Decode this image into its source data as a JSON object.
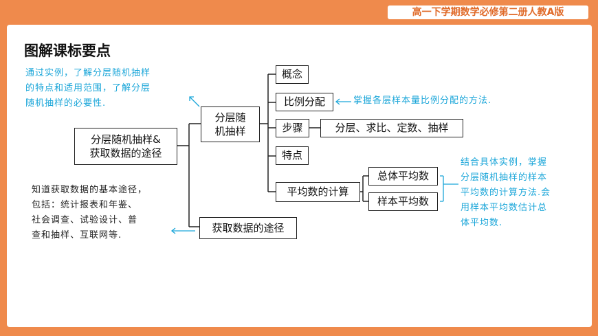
{
  "header": {
    "series_label": "高一下学期数学必修第二册人教A版"
  },
  "page": {
    "title": "图解课标要点"
  },
  "diagram": {
    "root": "分层随机抽样&\n获取数据的途径",
    "node_stratified": "分层随\n机抽样",
    "node_data_ways": "获取数据的途径",
    "concept": "概念",
    "ratio": "比例分配",
    "steps": "步骤",
    "steps_detail": "分层、求比、定数、抽样",
    "features": "特点",
    "mean_calc": "平均数的计算",
    "overall_mean": "总体平均数",
    "sample_mean": "样本平均数"
  },
  "notes": {
    "top_left": "通过实例，了解分层随机抽样\n的特点和适用范围，了解分层\n随机抽样的必要性.",
    "ratio_note": "掌握各层样本量比例分配的方法.",
    "right_note": "结合具体实例，掌握\n分层随机抽样的样本\n平均数的计算方法.会\n用样本平均数估计总\n体平均数.",
    "bottom_left": "知道获取数据的基本途径，\n包括：统计报表和年鉴、\n社会调查、试验设计、普\n查和抽样、互联网等."
  },
  "colors": {
    "accent": "#ef8a4c",
    "note_blue": "#1ba6d9"
  }
}
